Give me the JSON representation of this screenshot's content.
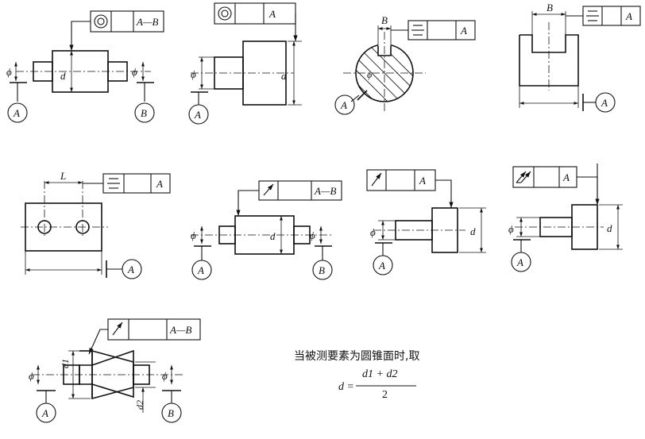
{
  "labels": {
    "datum_a": "A",
    "datum_b": "B",
    "datum_ab": "A—B",
    "dim_d": "d",
    "dim_phi": "ϕ",
    "dim_b": "B",
    "dim_l": "L",
    "dim_d1": "d1",
    "dim_d2": "d2"
  },
  "symbols": {
    "concentricity": "concentricity-icon",
    "symmetry": "symmetry-icon",
    "circular_runout": "circular-runout-icon",
    "total_runout": "total-runout-icon"
  },
  "note": {
    "text": "当被测要素为圆锥面时,取",
    "formula_lhs": "d =",
    "numerator": "d1 + d2",
    "denominator": "2"
  }
}
